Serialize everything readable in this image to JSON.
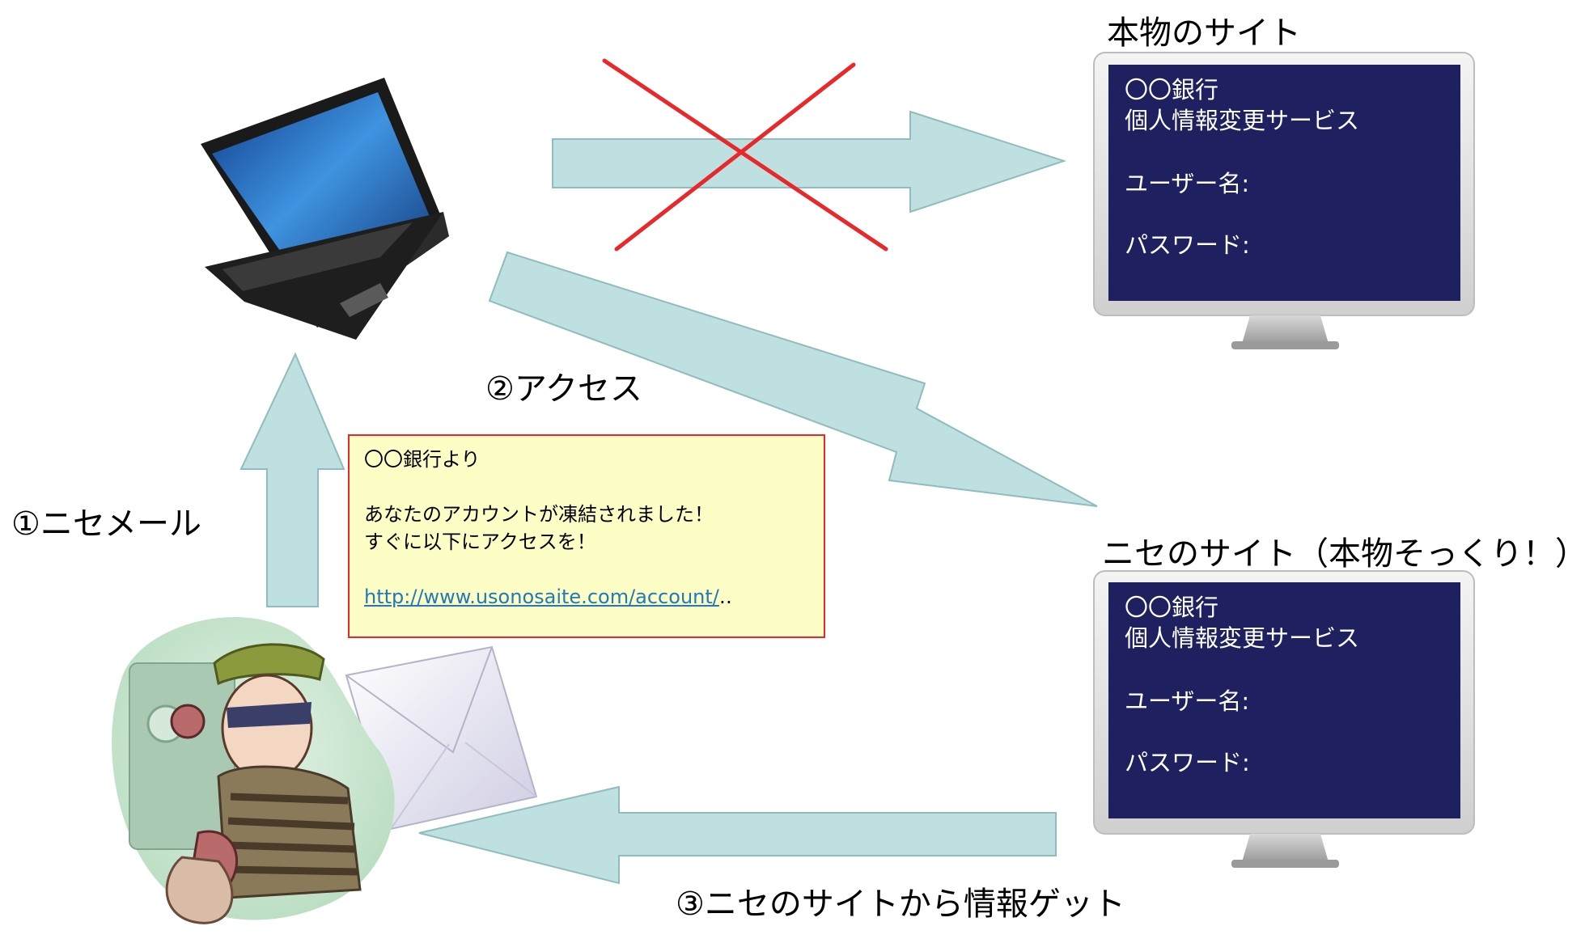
{
  "labels": {
    "real_site": "本物のサイト",
    "fake_site": "ニセのサイト（本物そっくり！）",
    "step1": "①ニセメール",
    "step2": "②アクセス",
    "step3": "③ニセのサイトから情報ゲット"
  },
  "real_screen": {
    "bank": "〇〇銀行",
    "service": "個人情報変更サービス",
    "username": "ユーザー名:",
    "password": "パスワード:"
  },
  "fake_screen": {
    "bank": "〇〇銀行",
    "service": "個人情報変更サービス",
    "username": "ユーザー名:",
    "password": "パスワード:"
  },
  "email": {
    "from": "〇〇銀行より",
    "line1": "あなたのアカウントが凍結されました！",
    "line2": "すぐに以下にアクセスを！",
    "link": "http://www.usonosaite.com/account/",
    "suffix": "‥"
  },
  "icons": [
    "laptop-icon",
    "monitor-icon",
    "envelope-icon",
    "thief-icon"
  ],
  "colors": {
    "arrow_fill": "#bfe0e0",
    "arrow_stroke": "#8fbcbc",
    "screen_bg": "#1f2060",
    "cross": "#e8282a",
    "mail_bg": "#fdfdc6"
  }
}
